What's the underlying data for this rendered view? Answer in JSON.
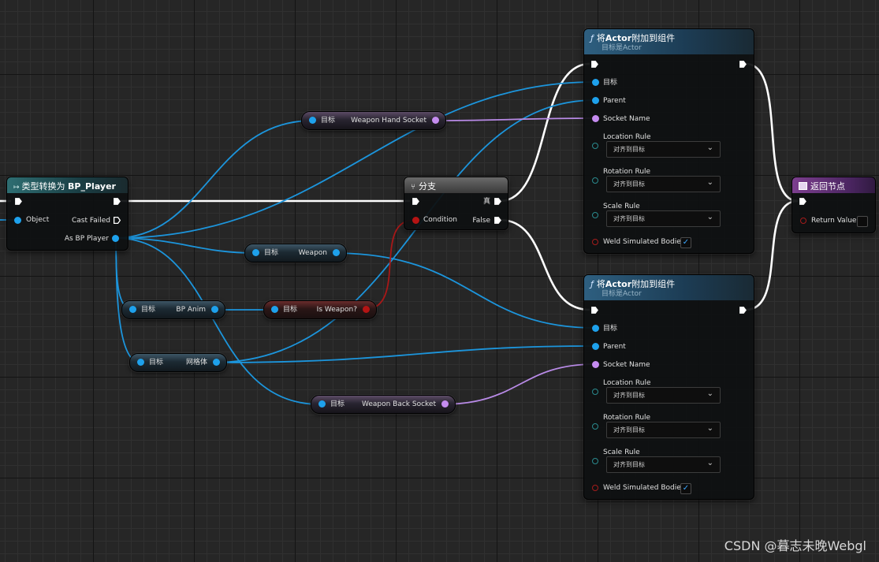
{
  "cast_node": {
    "title_prefix": "类型转换为",
    "title_class": "BP_Player",
    "object_pin": "Object",
    "cast_failed": "Cast Failed",
    "as_bp_player": "As BP Player"
  },
  "branch_node": {
    "title": "分支",
    "condition": "Condition",
    "true_pin": "真",
    "false_pin": "False"
  },
  "attach_nodes": [
    {
      "title_prefix": "将",
      "title_actor": "Actor",
      "title_suffix": "附加到组件",
      "subtitle": "目标是Actor",
      "pins": {
        "target": "目标",
        "parent": "Parent",
        "socket_name": "Socket Name",
        "location_rule": "Location Rule",
        "rotation_rule": "Rotation Rule",
        "scale_rule": "Scale Rule",
        "weld": "Weld Simulated Bodies"
      },
      "rule_values": {
        "location": "对齐到目标",
        "rotation": "对齐到目标",
        "scale": "对齐到目标"
      },
      "weld_checked": "✓"
    },
    {
      "title_prefix": "将",
      "title_actor": "Actor",
      "title_suffix": "附加到组件",
      "subtitle": "目标是Actor",
      "pins": {
        "target": "目标",
        "parent": "Parent",
        "socket_name": "Socket Name",
        "location_rule": "Location Rule",
        "rotation_rule": "Rotation Rule",
        "scale_rule": "Scale Rule",
        "weld": "Weld Simulated Bodies"
      },
      "rule_values": {
        "location": "对齐到目标",
        "rotation": "对齐到目标",
        "scale": "对齐到目标"
      },
      "weld_checked": "✓"
    }
  ],
  "return_node": {
    "title": "返回节点",
    "return_value": "Return Value"
  },
  "getters": {
    "hand_socket": {
      "target": "目标",
      "name": "Weapon Hand Socket"
    },
    "weapon": {
      "target": "目标",
      "name": "Weapon"
    },
    "bp_anim": {
      "target": "目标",
      "name": "BP Anim"
    },
    "is_weapon": {
      "target": "目标",
      "name": "Is Weapon?"
    },
    "mesh": {
      "target": "目标",
      "name": "网格体"
    },
    "back_socket": {
      "target": "目标",
      "name": "Weapon Back Socket"
    }
  },
  "colors": {
    "object_pin": "#1ea1ec",
    "name_pin": "#c58cf0",
    "bool_pin": "#b51414",
    "exec_wire": "#ffffff",
    "enum_pin": "#2a8a8e"
  },
  "icons": {
    "function": "function-icon",
    "cast": "cast-icon",
    "branch": "branch-icon",
    "return": "return-node-icon"
  },
  "watermark": "CSDN @暮志未晚Webgl"
}
